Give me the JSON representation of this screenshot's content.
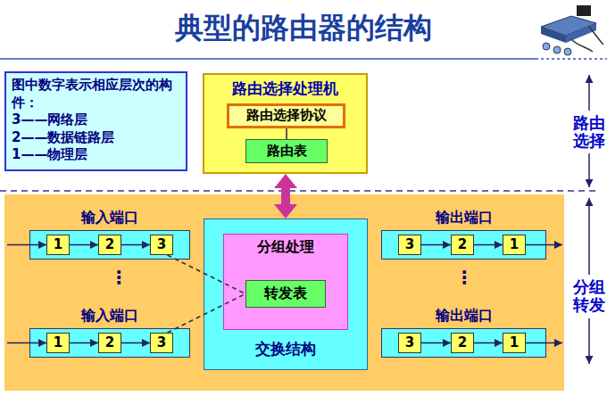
{
  "diagram": {
    "title": "典型的路由器的结构",
    "nodes": [
      {
        "text": [
          "图中数字表示相应层次的构件：",
          "3——网络层",
          "2——数据链路层",
          "1——物理层"
        ]
      },
      {
        "text": [
          "路由选择处理机"
        ]
      },
      {
        "text": [
          "路由选择协议"
        ],
        "in": 1
      },
      {
        "text": [
          "路由表"
        ],
        "in": 1
      },
      {
        "text": [
          "输入端口"
        ]
      },
      {
        "text": [
          "1"
        ],
        "in": 4
      },
      {
        "text": [
          "2"
        ],
        "in": 4
      },
      {
        "text": [
          "3"
        ],
        "in": 4
      },
      {
        "text": [
          "交换结构"
        ]
      },
      {
        "text": [
          "分组处理"
        ],
        "in": 8
      },
      {
        "text": [
          "转发表"
        ],
        "in": 9
      },
      {
        "text": [
          "输出端口"
        ]
      },
      {
        "text": [
          "3"
        ],
        "in": 11
      },
      {
        "text": [
          "2"
        ],
        "in": 11
      },
      {
        "text": [
          "1"
        ],
        "in": 11
      },
      {
        "text": [
          "输入端口"
        ]
      },
      {
        "text": [
          "1"
        ],
        "in": 15
      },
      {
        "text": [
          "2"
        ],
        "in": 15
      },
      {
        "text": [
          "3"
        ],
        "in": 15
      },
      {
        "text": [
          "输出端口"
        ]
      },
      {
        "text": [
          "3"
        ],
        "in": 19
      },
      {
        "text": [
          "2"
        ],
        "in": 19
      },
      {
        "text": [
          "1"
        ],
        "in": 19
      }
    ],
    "edges": [
      {
        "from": 2,
        "to": 3,
        "arrow": "none"
      },
      {
        "from": 1,
        "to": 8,
        "arrow": "both"
      },
      {
        "from": 5,
        "to": 6,
        "arrow": "to"
      },
      {
        "from": 6,
        "to": 7,
        "arrow": "to"
      },
      {
        "from": 7,
        "to": 10,
        "arrow": "none"
      },
      {
        "from": 12,
        "to": 13,
        "arrow": "to"
      },
      {
        "from": 13,
        "to": 14,
        "arrow": "to"
      },
      {
        "from": 16,
        "to": 17,
        "arrow": "to"
      },
      {
        "from": 17,
        "to": 18,
        "arrow": "to"
      },
      {
        "from": 18,
        "to": 10,
        "arrow": "none"
      },
      {
        "from": 20,
        "to": 21,
        "arrow": "to"
      },
      {
        "from": 21,
        "to": 22,
        "arrow": "to"
      }
    ],
    "labels": [
      "路由选择",
      "⋮",
      "⋮",
      "分组转发"
    ]
  }
}
